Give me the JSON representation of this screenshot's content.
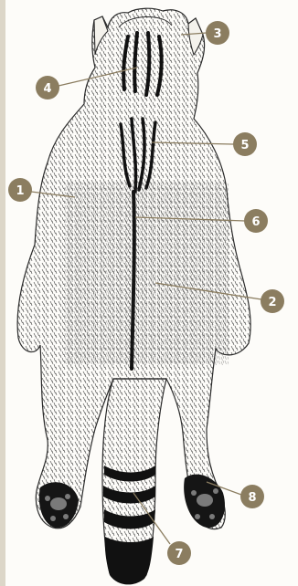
{
  "diagram": {
    "colors": {
      "badge": "#8b7d60",
      "leader": "#8b7d60",
      "ink": "#1a1a1a",
      "frame": "#dcd6c8"
    },
    "callouts": [
      {
        "label": "1"
      },
      {
        "label": "2"
      },
      {
        "label": "3"
      },
      {
        "label": "4"
      },
      {
        "label": "5"
      },
      {
        "label": "6"
      },
      {
        "label": "7"
      },
      {
        "label": "8"
      }
    ]
  }
}
